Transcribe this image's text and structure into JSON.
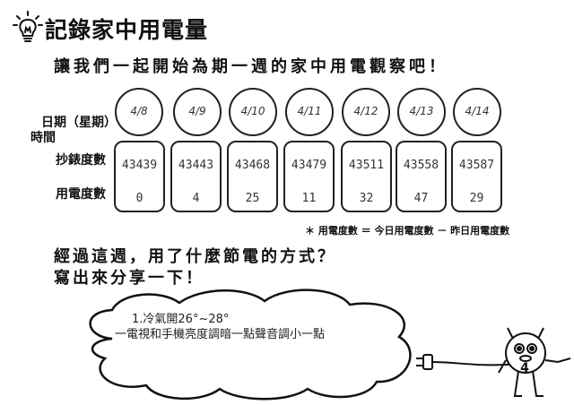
{
  "title": "記錄家中用電量",
  "intro": "讓我們一起開始為期一週的家中用電觀察吧！",
  "labels": {
    "date": "日期（星期）",
    "time": "時間",
    "meter": "抄錶度數",
    "usage": "用電度數"
  },
  "dates": [
    "4/8",
    "4/9",
    "4/10",
    "4/11",
    "4/12",
    "4/13",
    "4/14"
  ],
  "meter_readings": [
    "43439",
    "43443",
    "43468",
    "43479",
    "43511",
    "43558",
    "43587"
  ],
  "usage_values": [
    "0",
    "4",
    "25",
    "11",
    "32",
    "47",
    "29"
  ],
  "formula_note": "＊ 用電度數 ＝ 今日用電度數 － 昨日用電度數",
  "question_line1": "經過這週，用了什麼節電的方式？",
  "question_line2": "寫出來分享一下！",
  "answer_line1": "1.冷氣開26°~28°",
  "answer_line2": "一電視和手機亮度調暗一點聲音調小一點",
  "mascot_number": "4",
  "icons": [
    "lightbulb-icon",
    "plug-icon",
    "mascot-icon"
  ]
}
